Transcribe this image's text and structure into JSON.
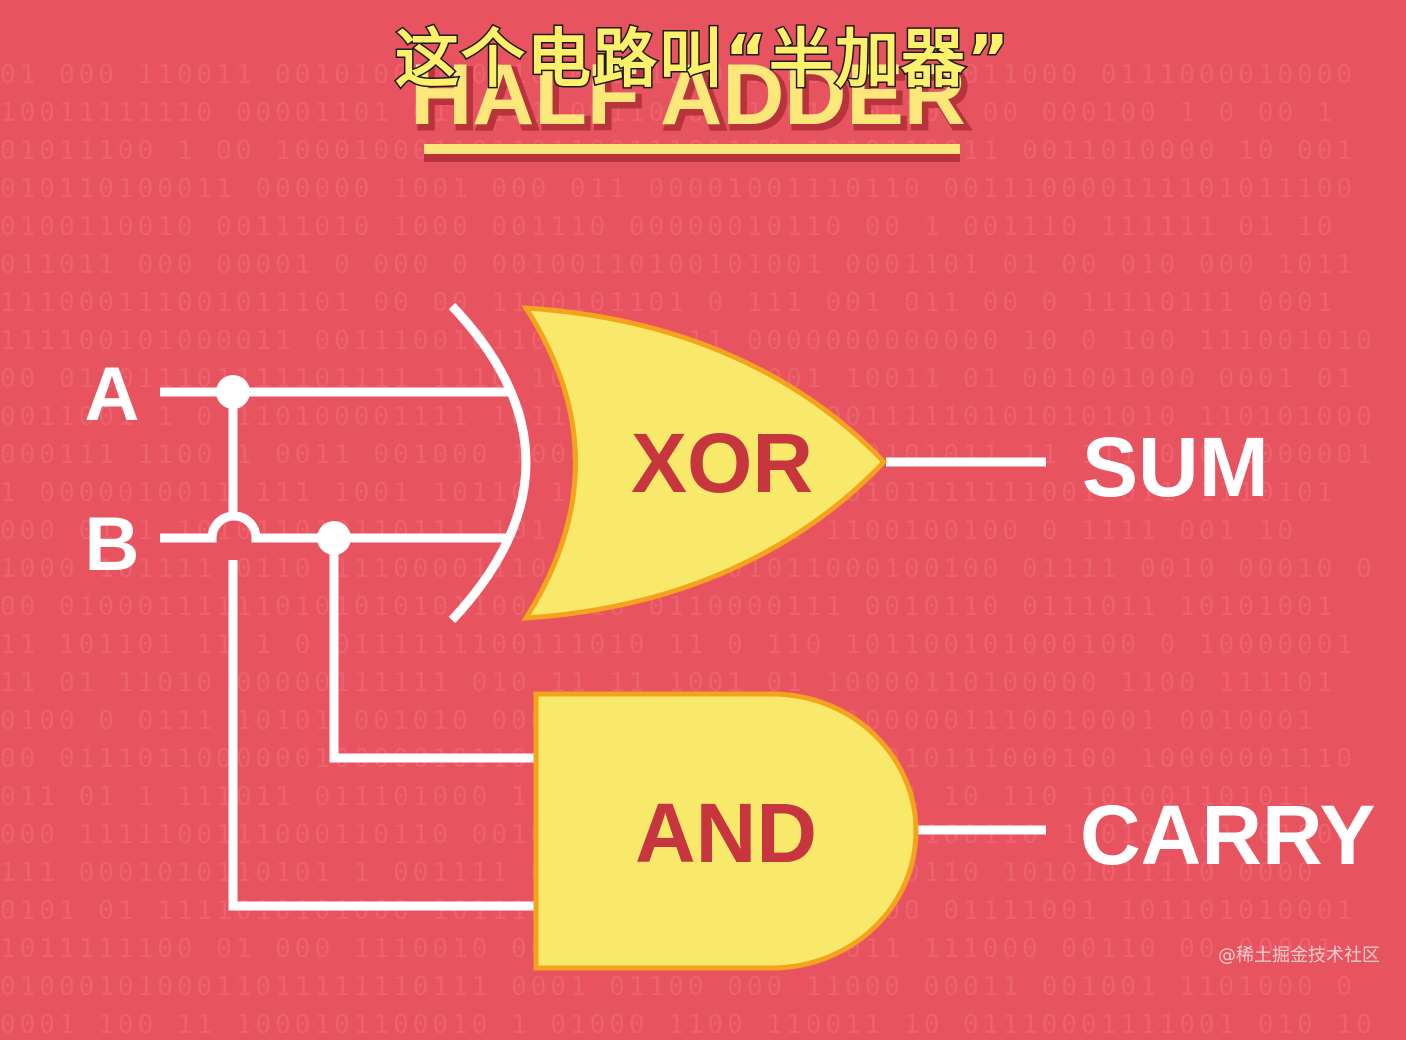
{
  "subtitle": "这个电路叫“半加器”",
  "title": "HALF ADDER",
  "inputs": {
    "a": "A",
    "b": "B"
  },
  "gates": {
    "xor": "XOR",
    "and": "AND"
  },
  "outputs": {
    "sum": "SUM",
    "carry": "CARRY"
  },
  "watermark": "@稀土掘金技术社区",
  "colors": {
    "background": "#e7535f",
    "gate_fill": "#f9e96b",
    "gate_stroke": "#f4a31c",
    "gate_text": "#c7353f",
    "wire": "#ffffff",
    "title_fill": "#fbe77a",
    "title_shadow": "#b9333d",
    "subtitle_text": "#fdf06a"
  }
}
